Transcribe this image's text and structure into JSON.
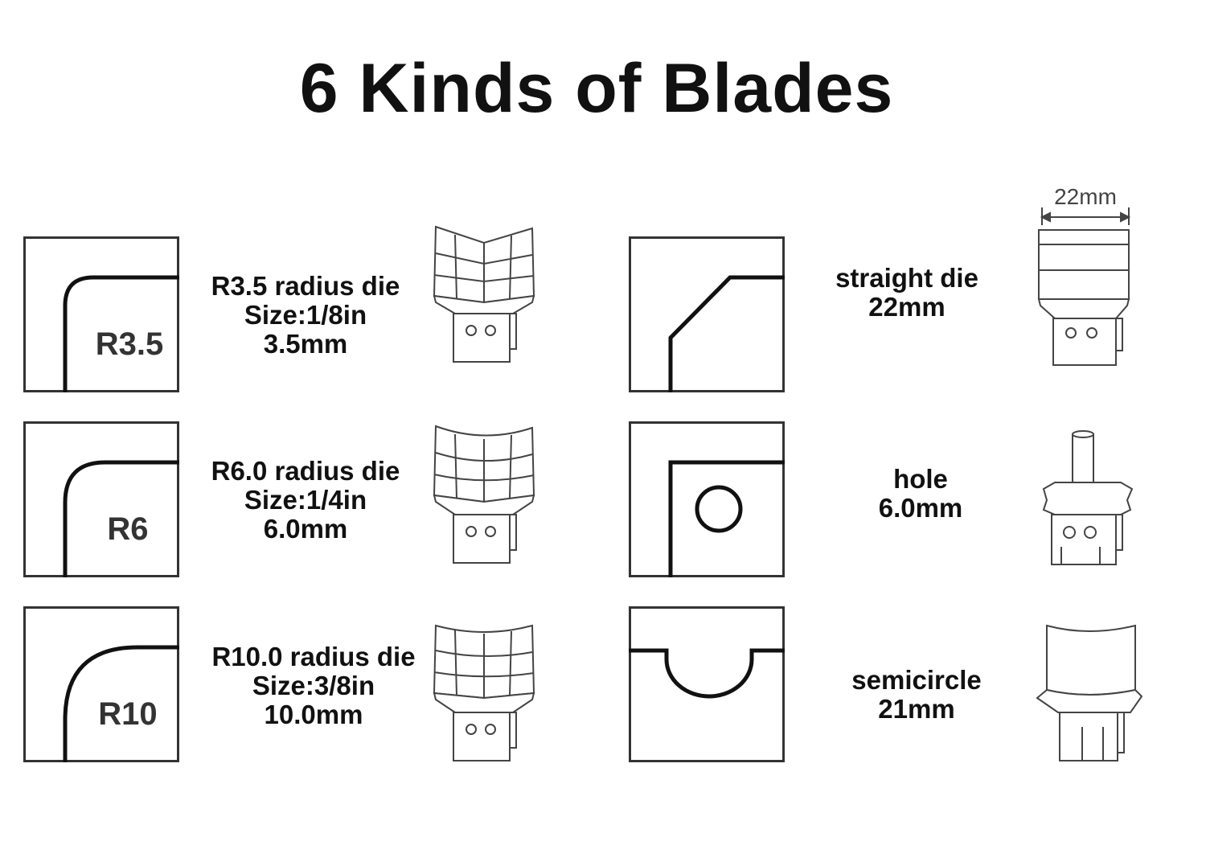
{
  "title": "6 Kinds of Blades",
  "blades": [
    {
      "profile_label": "R3.5",
      "lines": [
        "R3.5 radius die",
        "Size:1/8in",
        "3.5mm"
      ]
    },
    {
      "profile_label": "R6",
      "lines": [
        "R6.0 radius die",
        "Size:1/4in",
        "6.0mm"
      ]
    },
    {
      "profile_label": "R10",
      "lines": [
        "R10.0 radius die",
        "Size:3/8in",
        "10.0mm"
      ]
    },
    {
      "lines": [
        "straight die",
        "22mm"
      ],
      "dimension_label": "22mm"
    },
    {
      "lines": [
        "hole",
        "6.0mm"
      ]
    },
    {
      "lines": [
        "semicircle",
        "21mm"
      ]
    }
  ]
}
